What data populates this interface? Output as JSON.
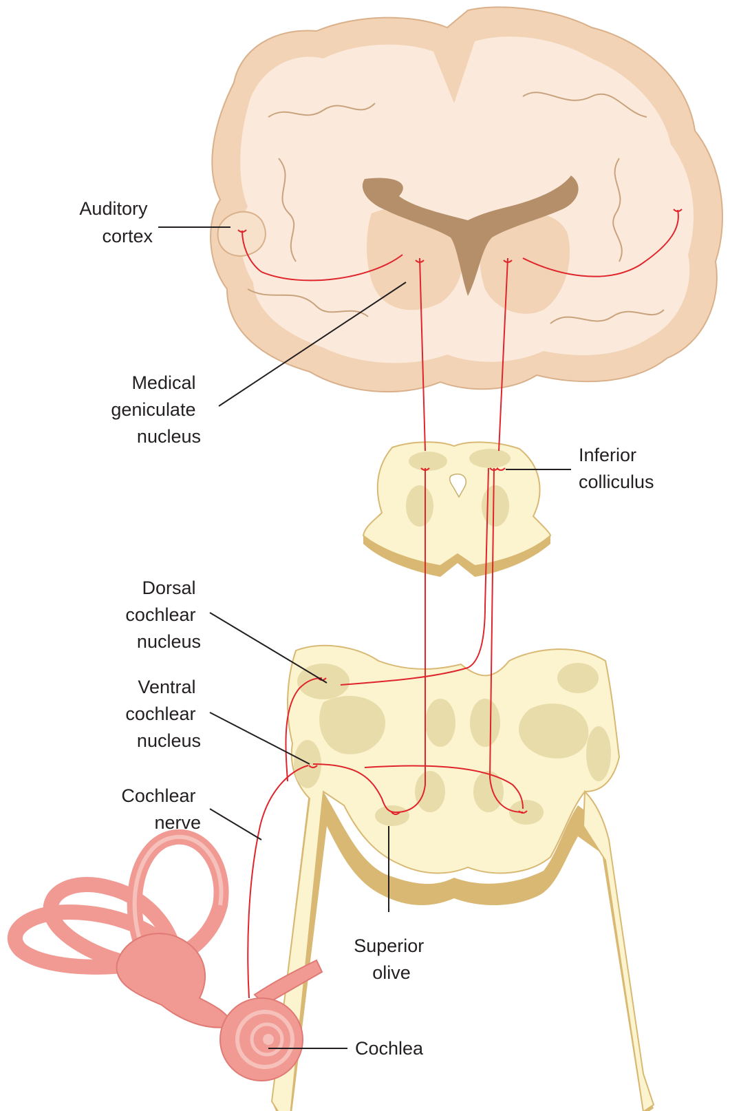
{
  "labels": {
    "auditory_cortex": [
      "Auditory",
      "cortex"
    ],
    "medial_geniculate": [
      "Medical",
      "geniculate",
      "nucleus"
    ],
    "inferior_colliculus": [
      "Inferior",
      "colliculus"
    ],
    "dorsal_cochlear": [
      "Dorsal",
      "cochlear",
      "nucleus"
    ],
    "ventral_cochlear": [
      "Ventral",
      "cochlear",
      "nucleus"
    ],
    "cochlear_nerve": [
      "Cochlear",
      "nerve"
    ],
    "superior_olive": [
      "Superior",
      "olive"
    ],
    "cochlea": [
      "Cochlea"
    ]
  },
  "colors": {
    "pathway": "#e0242c",
    "brain_tissue": "#f9e6d3",
    "brain_gray_matter": "#f2d3b5",
    "ventricle": "#b48f6a",
    "brainstem": "#fbf4cf",
    "brainstem_edge": "#d9b873",
    "nucleus": "#e8dcab",
    "inner_ear": "#f19a94",
    "label_text": "#231f20"
  }
}
